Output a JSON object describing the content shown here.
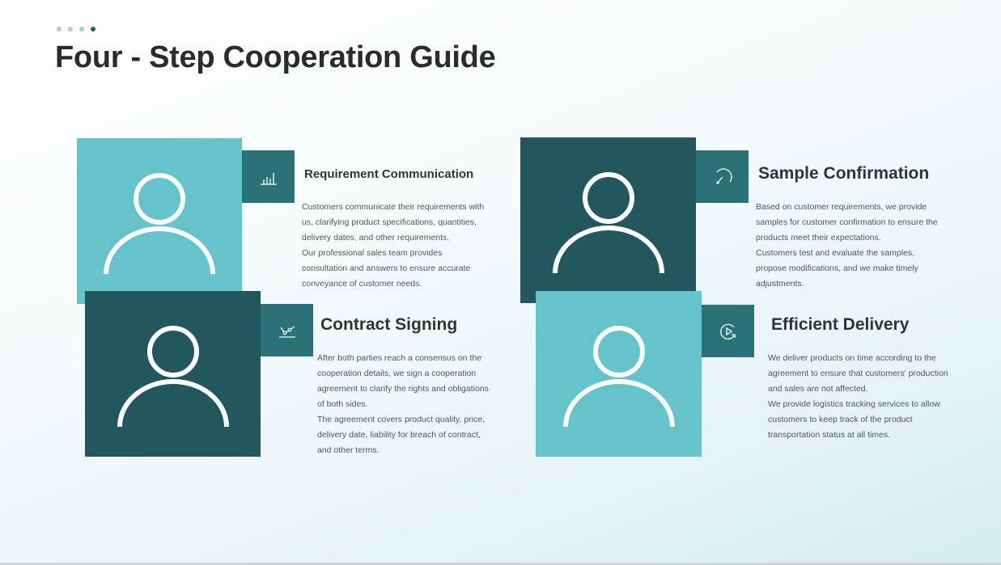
{
  "header": {
    "title": "Four - Step Cooperation Guide"
  },
  "steps": [
    {
      "title": "Requirement Communication",
      "paragraphs": [
        "Customers communicate their requirements with us, clarifying product specifications, quantities, delivery dates, and other requirements.",
        "Our professional sales team provides consultation and answers to ensure accurate conveyance of customer needs."
      ],
      "icon": "bar-chart-icon"
    },
    {
      "title": "Sample Confirmation",
      "paragraphs": [
        "Based on customer requirements, we provide samples for customer confirmation to ensure the products meet their expectations.",
        "Customers test and evaluate the samples, propose modifications, and we make timely adjustments."
      ],
      "icon": "gauge-icon"
    },
    {
      "title": "Contract Signing",
      "paragraphs": [
        "After both parties reach a consensus on the cooperation details, we sign a cooperation agreement to clarify the rights and obligations of both sides.",
        "The agreement covers product quality, price, delivery date, liability for breach of contract, and other terms."
      ],
      "icon": "trend-line-icon"
    },
    {
      "title": "Efficient Delivery",
      "paragraphs": [
        "We deliver products on time according to the agreement to ensure that customers' production and sales are not affected.",
        "We provide logistics tracking services to allow customers to keep track of the product transportation status at all times."
      ],
      "icon": "play-cycle-icon"
    }
  ],
  "colors": {
    "accent_dark": "#22575d",
    "accent_light": "#65c3cb",
    "icon_box": "#2b7178"
  }
}
